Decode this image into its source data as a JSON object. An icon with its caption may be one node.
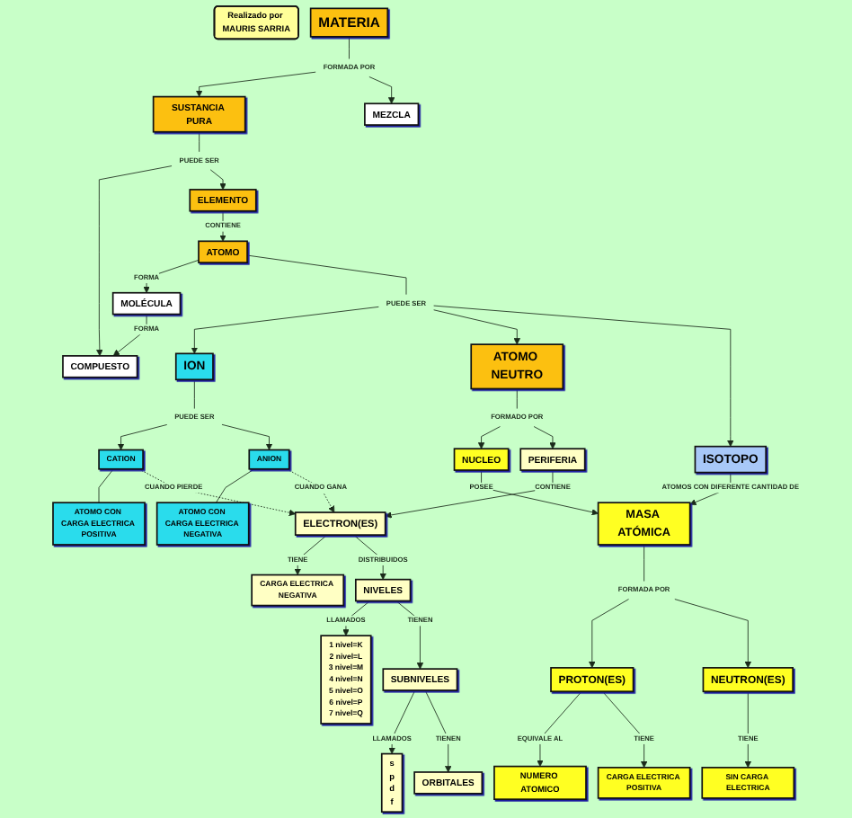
{
  "diagram": {
    "nodes": [
      {
        "text": [
          "Realizado por MAURIS SARRIA"
        ]
      },
      {
        "text": [
          "MATERIA"
        ]
      },
      {
        "text": [
          "FORMADA POR"
        ]
      },
      {
        "text": [
          "SUSTANCIA PURA"
        ]
      },
      {
        "text": [
          "MEZCLA"
        ]
      },
      {
        "text": [
          "PUEDE SER"
        ]
      },
      {
        "text": [
          "COMPUESTO"
        ]
      },
      {
        "text": [
          "ELEMENTO"
        ]
      },
      {
        "text": [
          "MOLÉCULA"
        ]
      },
      {
        "text": [
          "ATOMO"
        ]
      },
      {
        "text": [
          "PUEDE SER"
        ]
      },
      {
        "text": [
          "ION"
        ]
      },
      {
        "text": [
          "ATOMO NEUTRO"
        ]
      },
      {
        "text": [
          "ISOTOPO"
        ]
      },
      {
        "text": [
          "FORMADO POR"
        ]
      },
      {
        "text": [
          "PUEDE SER"
        ]
      },
      {
        "text": [
          "NUCLEO"
        ]
      },
      {
        "text": [
          "PERIFERIA"
        ]
      },
      {
        "text": [
          "CATION"
        ]
      },
      {
        "text": [
          "ANION"
        ]
      },
      {
        "text": [
          "MASA ATÓMICA"
        ]
      },
      {
        "text": [
          "ATOMO CON CARGA ELECTRICA POSITIVA"
        ]
      },
      {
        "text": [
          "ATOMO CON CARGA ELECTRICA NEGATIVA"
        ]
      },
      {
        "text": [
          "FORMADA POR"
        ]
      },
      {
        "text": [
          "PROTON(ES)"
        ]
      },
      {
        "text": [
          "NEUTRON(ES)"
        ]
      },
      {
        "text": [
          "ELECTRON(ES)"
        ]
      },
      {
        "text": [
          "NIVELES"
        ]
      },
      {
        "text": [
          "SUBNIVELES"
        ]
      },
      {
        "text": [
          "NUMERO ATOMICO"
        ]
      },
      {
        "text": [
          "CARGA ELECTRICA POSITIVA"
        ]
      },
      {
        "text": [
          "SIN CARGA ELECTRICA"
        ]
      },
      {
        "text": [
          "CARGA ELECTRICA NEGATIVA"
        ]
      },
      {
        "text": [
          "1 nivel=K",
          "2 nivel=L",
          "3 nivel=M",
          "4 nivel=N",
          "5 nivel=O",
          "6 nivel=P",
          "7 nivel=Q"
        ]
      },
      {
        "text": [
          "s",
          "p",
          "d",
          "f"
        ]
      },
      {
        "text": [
          "ORBITALES"
        ]
      }
    ],
    "edges": [
      {
        "from": 1,
        "to": 2,
        "arrow": "none"
      },
      {
        "from": 2,
        "to": 3,
        "arrow": "to"
      },
      {
        "from": 2,
        "to": 4,
        "arrow": "to"
      },
      {
        "from": 3,
        "to": 5,
        "arrow": "none"
      },
      {
        "from": 5,
        "to": 6,
        "arrow": "to"
      },
      {
        "from": 5,
        "to": 7,
        "arrow": "to"
      },
      {
        "from": 7,
        "to": 9,
        "arrow": "to",
        "label": "CONTIENE"
      },
      {
        "from": 9,
        "to": 8,
        "arrow": "to",
        "label": "FORMA"
      },
      {
        "from": 8,
        "to": 6,
        "arrow": "to",
        "label": "FORMA"
      },
      {
        "from": 9,
        "to": 10,
        "arrow": "none"
      },
      {
        "from": 10,
        "to": 11,
        "arrow": "to"
      },
      {
        "from": 10,
        "to": 12,
        "arrow": "to"
      },
      {
        "from": 10,
        "to": 13,
        "arrow": "to"
      },
      {
        "from": 11,
        "to": 15,
        "arrow": "none"
      },
      {
        "from": 15,
        "to": 18,
        "arrow": "to"
      },
      {
        "from": 15,
        "to": 19,
        "arrow": "to"
      },
      {
        "from": 12,
        "to": 14,
        "arrow": "none"
      },
      {
        "from": 14,
        "to": 16,
        "arrow": "to"
      },
      {
        "from": 14,
        "to": 17,
        "arrow": "to"
      },
      {
        "from": 16,
        "to": 20,
        "arrow": "to",
        "label": "POSEE"
      },
      {
        "from": 13,
        "to": 20,
        "arrow": "to",
        "label": "ATOMOS CON DIFERENTE CANTIDAD DE"
      },
      {
        "from": 18,
        "to": 21,
        "arrow": "none"
      },
      {
        "from": 19,
        "to": 22,
        "arrow": "none"
      },
      {
        "from": 18,
        "to": 26,
        "arrow": "to",
        "label": "CUANDO PIERDE",
        "style": "dashed"
      },
      {
        "from": 19,
        "to": 26,
        "arrow": "to",
        "label": "CUANDO GANA",
        "style": "dashed"
      },
      {
        "from": 17,
        "to": 26,
        "arrow": "to",
        "label": "CONTIENE"
      },
      {
        "from": 20,
        "to": 23,
        "arrow": "none"
      },
      {
        "from": 23,
        "to": 24,
        "arrow": "to"
      },
      {
        "from": 23,
        "to": 25,
        "arrow": "to"
      },
      {
        "from": 24,
        "to": 29,
        "arrow": "to",
        "label": "EQUIVALE AL"
      },
      {
        "from": 24,
        "to": 30,
        "arrow": "to",
        "label": "TIENE"
      },
      {
        "from": 25,
        "to": 31,
        "arrow": "to",
        "label": "TIENE"
      },
      {
        "from": 26,
        "to": 32,
        "arrow": "to",
        "label": "TIENE"
      },
      {
        "from": 26,
        "to": 27,
        "arrow": "to",
        "label": "DISTRIBUIDOS"
      },
      {
        "from": 27,
        "to": 33,
        "arrow": "to",
        "label": "LLAMADOS"
      },
      {
        "from": 27,
        "to": 28,
        "arrow": "to",
        "label": "TIENEN"
      },
      {
        "from": 28,
        "to": 34,
        "arrow": "to",
        "label": "LLAMADOS"
      },
      {
        "from": 28,
        "to": 35,
        "arrow": "to",
        "label": "TIENEN"
      }
    ]
  }
}
